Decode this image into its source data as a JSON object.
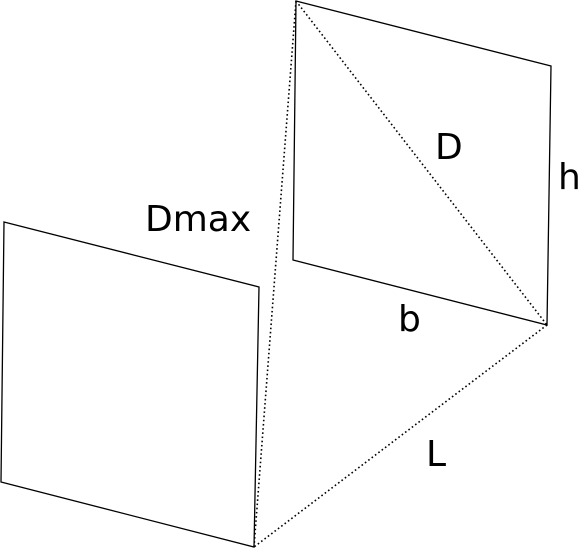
{
  "labels": {
    "d": "D",
    "h": "h",
    "dmax": "Dmax",
    "b": "b",
    "l": "L"
  },
  "colors": {
    "stroke": "#000000",
    "background": "#ffffff"
  }
}
